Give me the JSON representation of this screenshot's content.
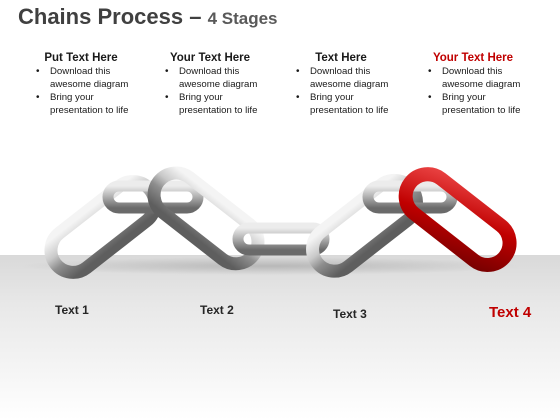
{
  "title": {
    "main": "Chains Process",
    "dash": "–",
    "sub": "4 Stages"
  },
  "columns": [
    {
      "heading": "Put Text Here",
      "bullets": [
        "Download this awesome diagram",
        "Bring your presentation to life"
      ]
    },
    {
      "heading": "Your Text Here",
      "bullets": [
        "Download this awesome diagram",
        "Bring your presentation to life"
      ]
    },
    {
      "heading": "Text Here",
      "bullets": [
        "Download this awesome diagram",
        "Bring your presentation to life"
      ]
    },
    {
      "heading": "Your Text Here",
      "bullets": [
        "Download this awesome diagram",
        "Bring your presentation to life"
      ]
    }
  ],
  "labels": [
    "Text 1",
    "Text 2",
    "Text 3",
    "Text 4"
  ],
  "colors": {
    "accent": "#c00000",
    "link_gray": "#9a9a9a",
    "text_dark": "#1a1a1a",
    "title": "#404040"
  }
}
